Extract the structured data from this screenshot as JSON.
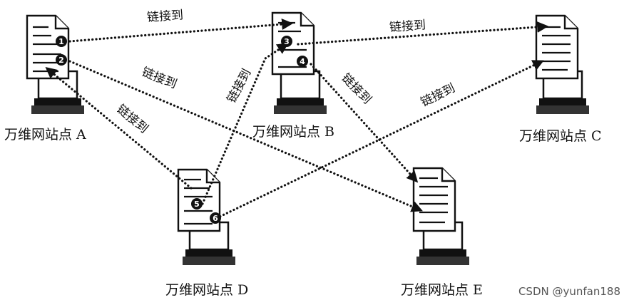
{
  "sites": {
    "a": {
      "label": "万维网站点 A"
    },
    "b": {
      "label": "万维网站点 B"
    },
    "c": {
      "label": "万维网站点 C"
    },
    "d": {
      "label": "万维网站点 D"
    },
    "e": {
      "label": "万维网站点 E"
    }
  },
  "link_label": "链接到",
  "badges": [
    "1",
    "2",
    "3",
    "4",
    "5",
    "6"
  ],
  "watermark": "CSDN @yunfan188"
}
